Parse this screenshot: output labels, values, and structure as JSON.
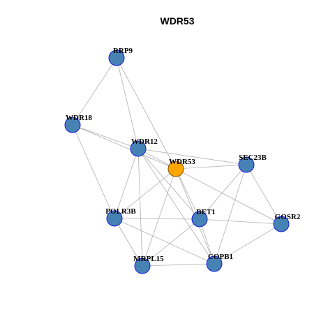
{
  "title": "WDR53",
  "colors": {
    "node_fill": "#4682b4",
    "node_stroke": "#1a1adb",
    "center_fill": "#ffa500",
    "center_stroke": "#7a5200",
    "edge": "#b0b0b0"
  },
  "nodes": [
    {
      "id": "RRP9",
      "label": "RRP9",
      "center": false
    },
    {
      "id": "WDR18",
      "label": "WDR18",
      "center": false
    },
    {
      "id": "WDR12",
      "label": "WDR12",
      "center": false
    },
    {
      "id": "WDR53",
      "label": "WDR53",
      "center": true
    },
    {
      "id": "SEC23B",
      "label": "SEC23B",
      "center": false
    },
    {
      "id": "POLR3B",
      "label": "POLR3B",
      "center": false
    },
    {
      "id": "BET1",
      "label": "BET1",
      "center": false
    },
    {
      "id": "GOSR2",
      "label": "GOSR2",
      "center": false
    },
    {
      "id": "MRPL15",
      "label": "MRPL15",
      "center": false
    },
    {
      "id": "COPB1",
      "label": "COPB1",
      "center": false
    }
  ],
  "edges": [
    [
      "RRP9",
      "WDR18"
    ],
    [
      "RRP9",
      "WDR12"
    ],
    [
      "RRP9",
      "WDR53"
    ],
    [
      "WDR18",
      "WDR12"
    ],
    [
      "WDR18",
      "WDR53"
    ],
    [
      "WDR18",
      "POLR3B"
    ],
    [
      "WDR12",
      "WDR53"
    ],
    [
      "WDR12",
      "SEC23B"
    ],
    [
      "WDR12",
      "POLR3B"
    ],
    [
      "WDR12",
      "BET1"
    ],
    [
      "WDR12",
      "MRPL15"
    ],
    [
      "WDR12",
      "COPB1"
    ],
    [
      "WDR53",
      "SEC23B"
    ],
    [
      "WDR53",
      "POLR3B"
    ],
    [
      "WDR53",
      "BET1"
    ],
    [
      "WDR53",
      "MRPL15"
    ],
    [
      "WDR53",
      "COPB1"
    ],
    [
      "WDR53",
      "GOSR2"
    ],
    [
      "SEC23B",
      "BET1"
    ],
    [
      "SEC23B",
      "GOSR2"
    ],
    [
      "SEC23B",
      "COPB1"
    ],
    [
      "POLR3B",
      "BET1"
    ],
    [
      "POLR3B",
      "MRPL15"
    ],
    [
      "POLR3B",
      "COPB1"
    ],
    [
      "BET1",
      "GOSR2"
    ],
    [
      "BET1",
      "MRPL15"
    ],
    [
      "BET1",
      "COPB1"
    ],
    [
      "GOSR2",
      "COPB1"
    ],
    [
      "MRPL15",
      "COPB1"
    ]
  ]
}
